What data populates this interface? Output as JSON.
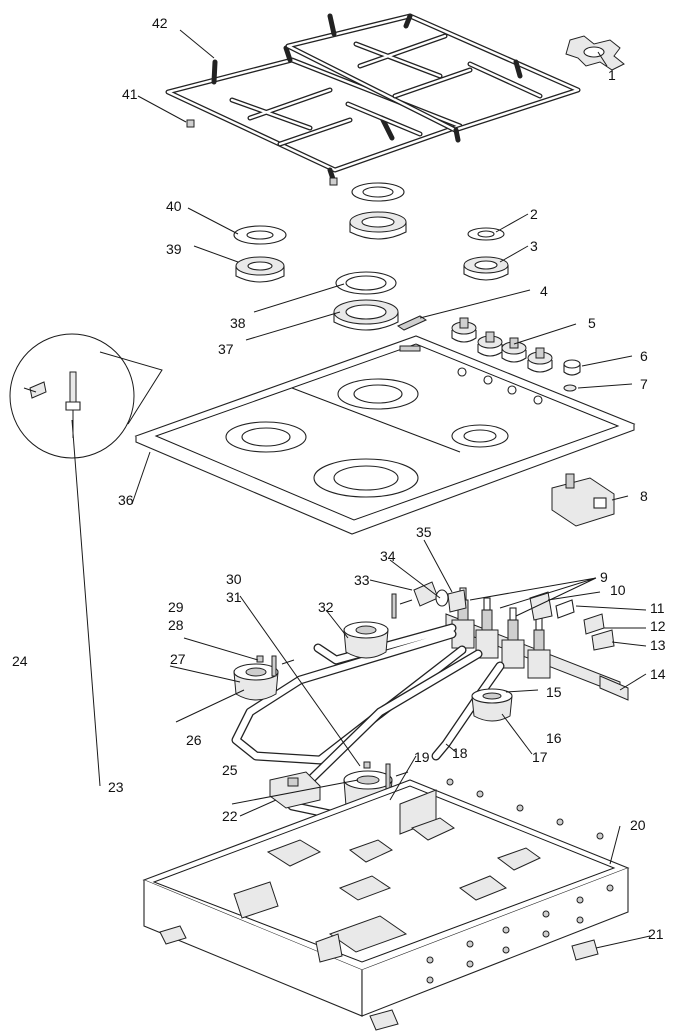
{
  "diagram": {
    "labels": [
      "1",
      "2",
      "3",
      "4",
      "5",
      "6",
      "7",
      "8",
      "9",
      "10",
      "11",
      "12",
      "13",
      "14",
      "15",
      "16",
      "17",
      "18",
      "19",
      "20",
      "21",
      "22",
      "23",
      "24",
      "25",
      "26",
      "27",
      "28",
      "29",
      "30",
      "31",
      "32",
      "33",
      "34",
      "35",
      "36",
      "37",
      "38",
      "39",
      "40",
      "41",
      "42"
    ]
  }
}
